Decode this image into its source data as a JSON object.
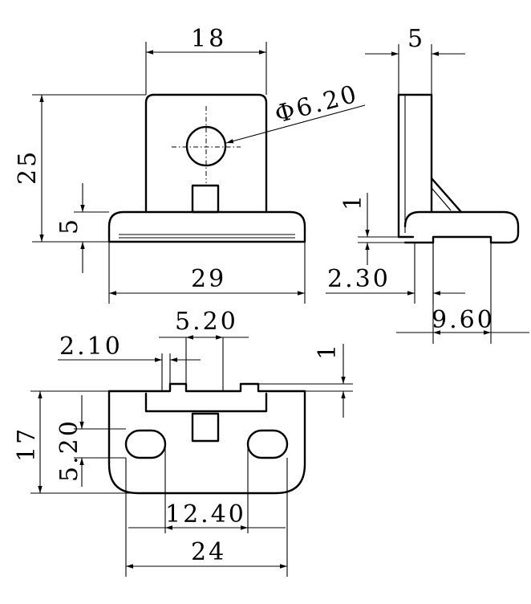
{
  "figure": {
    "front_view": {
      "width": "18",
      "height": "25",
      "hole_diameter": "Φ6.20",
      "flange_height": "5",
      "total_width": "29"
    },
    "side_view": {
      "thickness": "5",
      "offset": "1",
      "slot_width": "2.30",
      "slot_depth": "9.60"
    },
    "bottom_view": {
      "tab_spacing": "5.20",
      "tab_width": "2.10",
      "step": "1",
      "height": "17",
      "hole_offset": "5.20",
      "hole_spacing": "12.40",
      "width": "24"
    }
  }
}
